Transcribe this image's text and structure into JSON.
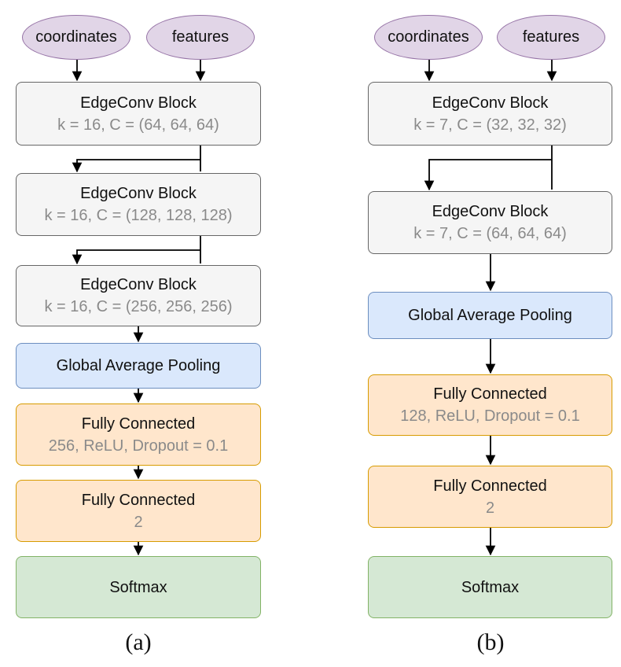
{
  "diagrams": {
    "a": {
      "caption": "(a)",
      "inputs": [
        "coordinates",
        "features"
      ],
      "edgeconv": [
        {
          "title": "EdgeConv Block",
          "params": "k = 16, C = (64, 64, 64)"
        },
        {
          "title": "EdgeConv Block",
          "params": "k = 16, C = (128, 128, 128)"
        },
        {
          "title": "EdgeConv Block",
          "params": "k = 16, C = (256, 256, 256)"
        }
      ],
      "pooling": "Global Average Pooling",
      "fc": [
        {
          "title": "Fully Connected",
          "params": "256, ReLU, Dropout = 0.1"
        },
        {
          "title": "Fully Connected",
          "params": "2"
        }
      ],
      "softmax": "Softmax"
    },
    "b": {
      "caption": "(b)",
      "inputs": [
        "coordinates",
        "features"
      ],
      "edgeconv": [
        {
          "title": "EdgeConv Block",
          "params": "k = 7, C = (32, 32, 32)"
        },
        {
          "title": "EdgeConv Block",
          "params": "k = 7, C = (64, 64, 64)"
        }
      ],
      "pooling": "Global Average Pooling",
      "fc": [
        {
          "title": "Fully Connected",
          "params": "128, ReLU, Dropout = 0.1"
        },
        {
          "title": "Fully Connected",
          "params": "2"
        }
      ],
      "softmax": "Softmax"
    }
  },
  "colors": {
    "input_fill": "#e1d5e7",
    "input_stroke": "#9673a6",
    "block_fill": "#f5f5f5",
    "block_stroke": "#666666",
    "pool_fill": "#dae8fc",
    "pool_stroke": "#6c8ebf",
    "fc_fill": "#ffe6cc",
    "fc_stroke": "#d79b00",
    "softmax_fill": "#d5e8d4",
    "softmax_stroke": "#82b366",
    "params_text": "#8a8a8a"
  }
}
